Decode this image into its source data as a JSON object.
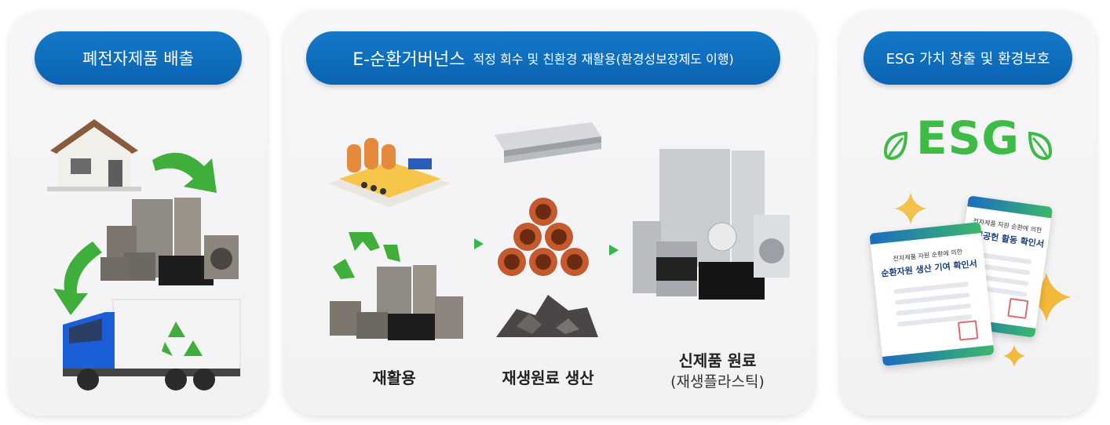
{
  "panel1": {
    "title": "폐전자제품 배출"
  },
  "panel2": {
    "title_brand": "E-순환거버넌스",
    "title_sub": "적정 회수 및 친환경 재활용(환경성보장제도 이행)",
    "step1_label": "재활용",
    "step2_label": "재생원료 생산",
    "step3_label": "신제품 원료",
    "step3_sublabel": "(재생플라스틱)"
  },
  "panel3": {
    "title": "ESG 가치 창출 및 환경보호",
    "esg_logo": "ESG",
    "cert_back_line1": "전자제품 자원 순환에 의한",
    "cert_back_line2": "사회공헌 활동 확인서",
    "cert_front_line1": "전자제품 자원 순환에 의한",
    "cert_front_line2": "순환자원 생산 기여 확인서"
  },
  "colors": {
    "pill_blue": "#0a63b1",
    "esg_green": "#3dbb45",
    "arrow_green": "#34b64a"
  }
}
